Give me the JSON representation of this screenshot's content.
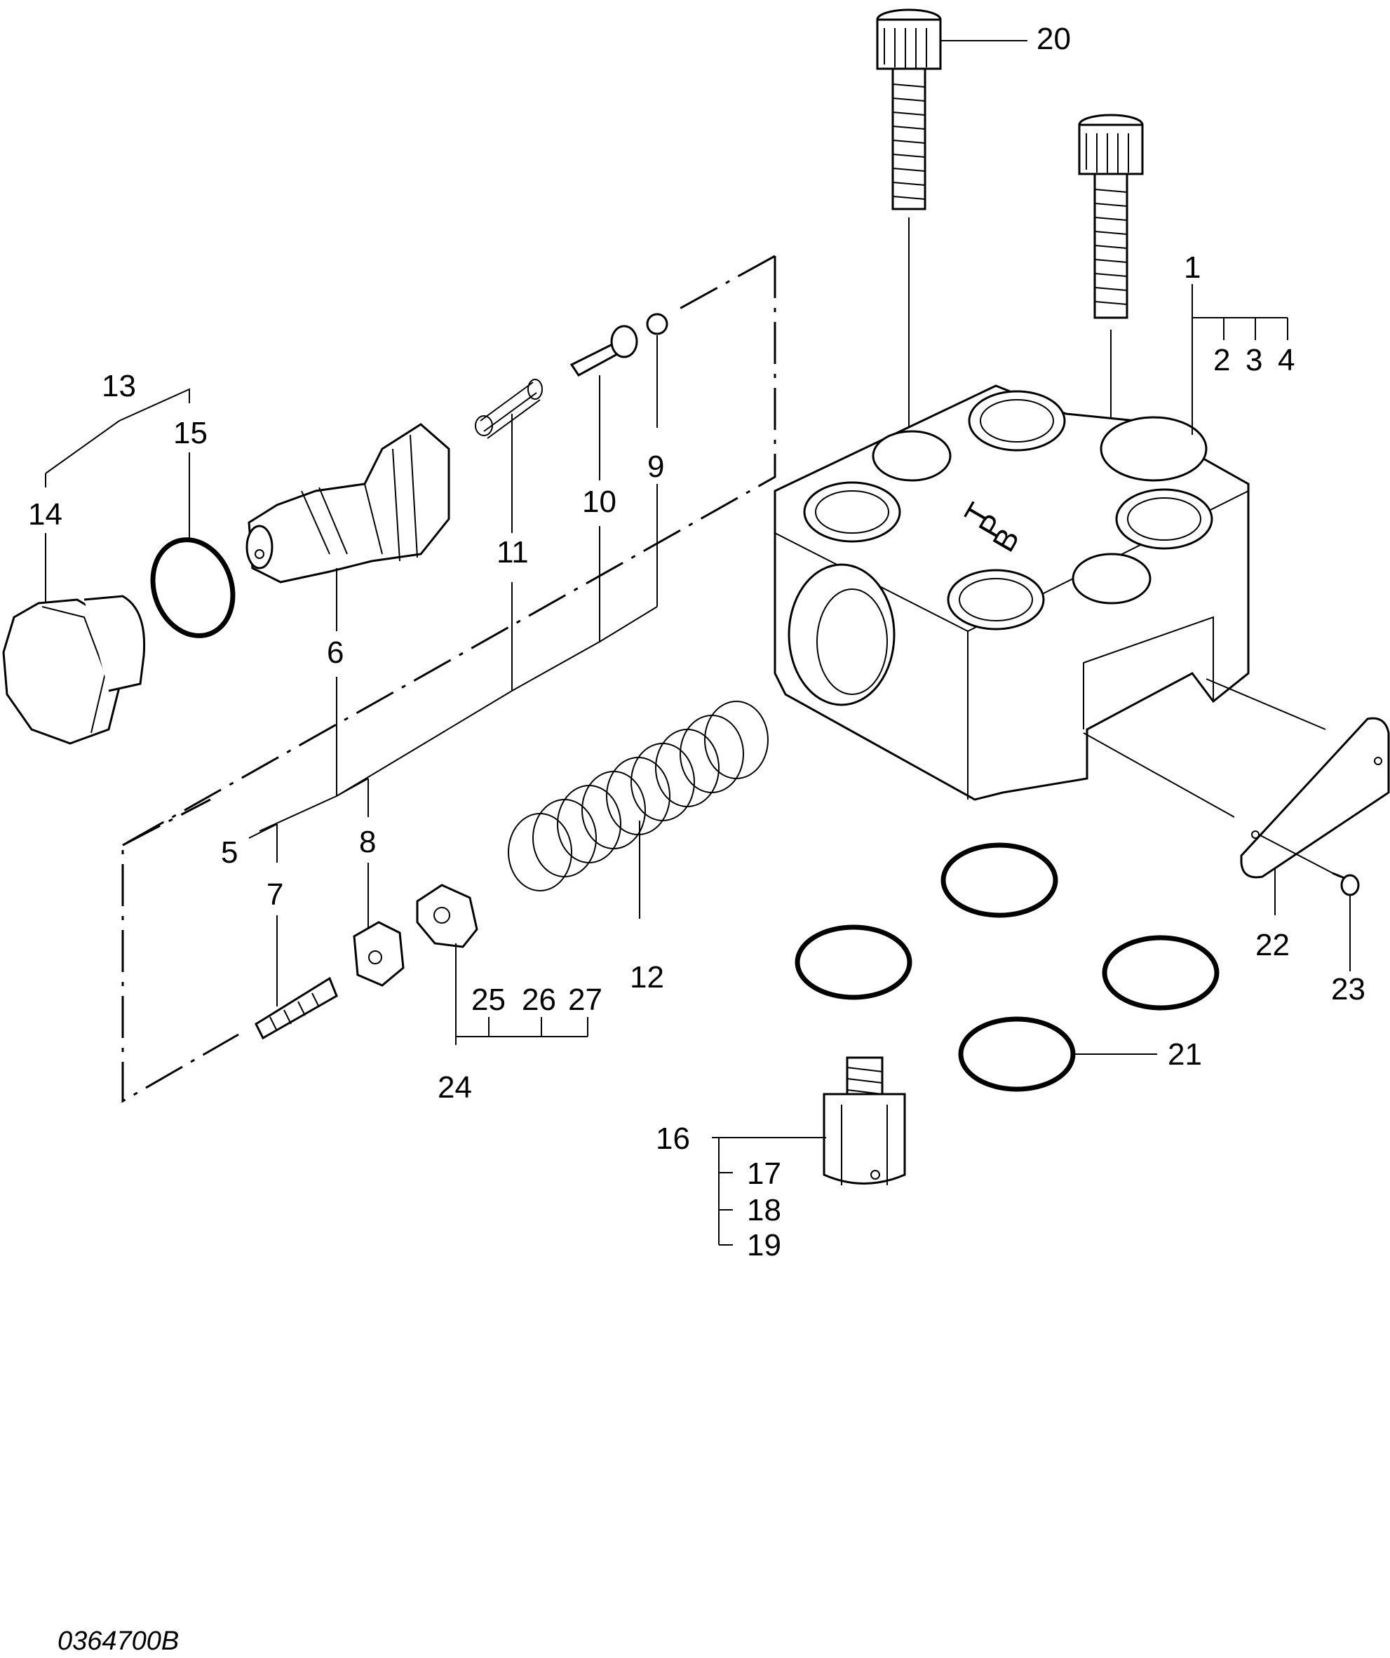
{
  "drawing_code": "0364700B",
  "callouts": {
    "c1": "1",
    "c2": "2",
    "c3": "3",
    "c4": "4",
    "c5": "5",
    "c6": "6",
    "c7": "7",
    "c8": "8",
    "c9": "9",
    "c10": "10",
    "c11": "11",
    "c12": "12",
    "c13": "13",
    "c14": "14",
    "c15": "15",
    "c16": "16",
    "c17": "17",
    "c18": "18",
    "c19": "19",
    "c20": "20",
    "c21": "21",
    "c22": "22",
    "c23": "23",
    "c24": "24",
    "c25": "25",
    "c26": "26",
    "c27": "27"
  },
  "port_marks": {
    "t": "T",
    "p": "P",
    "b": "B"
  }
}
